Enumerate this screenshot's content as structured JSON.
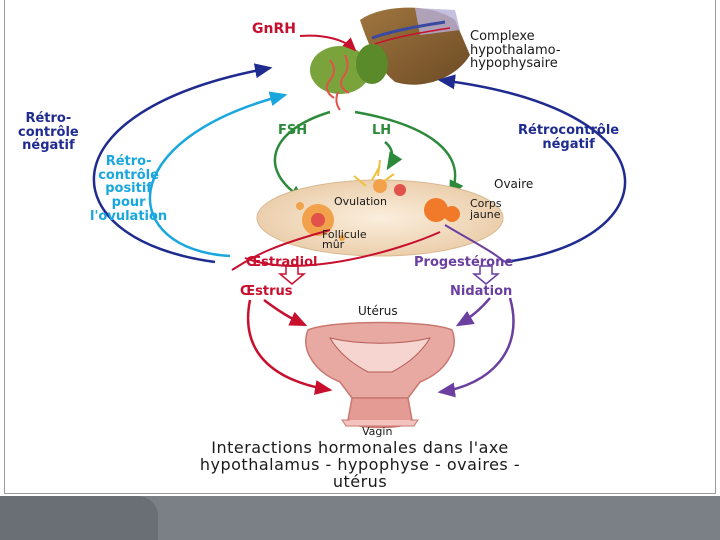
{
  "labels": {
    "gnrh": "GnRH",
    "complexe": "Complexe\nhypothalamo-\nhypophysaire",
    "retro_left": "Rétro-\ncontrôle\nnégatif",
    "retro_positif": "Rétro-\ncontrôle\npositif\npour\nl'ovulation",
    "retro_right": "Rétrocontrôle\nnégatif",
    "fsh": "FSH",
    "lh": "LH",
    "ovaire": "Ovaire",
    "ovulation": "Ovulation",
    "corps_jaune": "Corps\njaune",
    "follicule": "Follicule\nmûr",
    "oestradiol": "Œstradiol",
    "oestrus": "Œstrus",
    "progesterone": "Progestérone",
    "nidation": "Nidation",
    "uterus": "Utérus",
    "vagin": "Vagin"
  },
  "caption": "Interactions hormonales dans l'axe\nhypothalamus - hypophyse - ovaires -\nutérus",
  "colors": {
    "navy": "#1f2b8f",
    "cyan": "#19a7de",
    "green": "#2c8a3a",
    "red": "#c8102e",
    "purple": "#6a3fa0",
    "pituitary": "#7aa33c",
    "ovary": "#f2dcc0",
    "uterus": "#e7a9a2"
  }
}
